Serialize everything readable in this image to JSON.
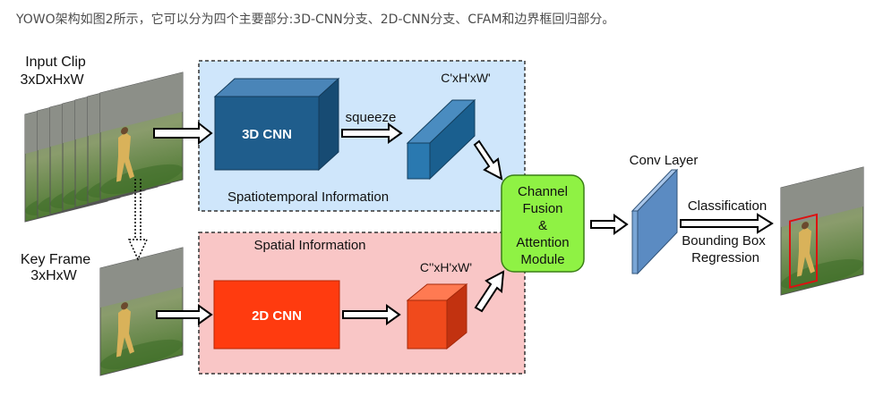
{
  "intro_text": "YOWO架构如图2所示，它可以分为四个主要部分:3D-CNN分支、2D-CNN分支、CFAM和边界框回归部分。",
  "diagram": {
    "input_clip": {
      "line1": "Input Clip",
      "line2": "3xDxHxW"
    },
    "key_frame": {
      "line1": "Key Frame",
      "line2": "3xHxW"
    },
    "cnn3d_label": "3D CNN",
    "cnn2d_label": "2D CNN",
    "squeeze_label": "squeeze",
    "feature3d_label": "C'xH'xW'",
    "feature2d_label": "C''xH'xW'",
    "spatiotemporal_label": "Spatiotemporal Information",
    "spatial_label": "Spatial Information",
    "cfam": {
      "line1": "Channel",
      "line2": "Fusion",
      "line3": "&",
      "line4": "Attention",
      "line5": "Module"
    },
    "conv_layer_label": "Conv Layer",
    "classification_label": "Classification",
    "bbox": {
      "line1": "Bounding Box",
      "line2": "Regression"
    }
  },
  "colors": {
    "blue_region": "#cfe6fb",
    "pink_region": "#f9c6c6",
    "cnn3d": "#1f5d8c",
    "cnn2d": "#ff3b0f",
    "cfam": "#8ff244",
    "conv": "#7aa6d6"
  }
}
